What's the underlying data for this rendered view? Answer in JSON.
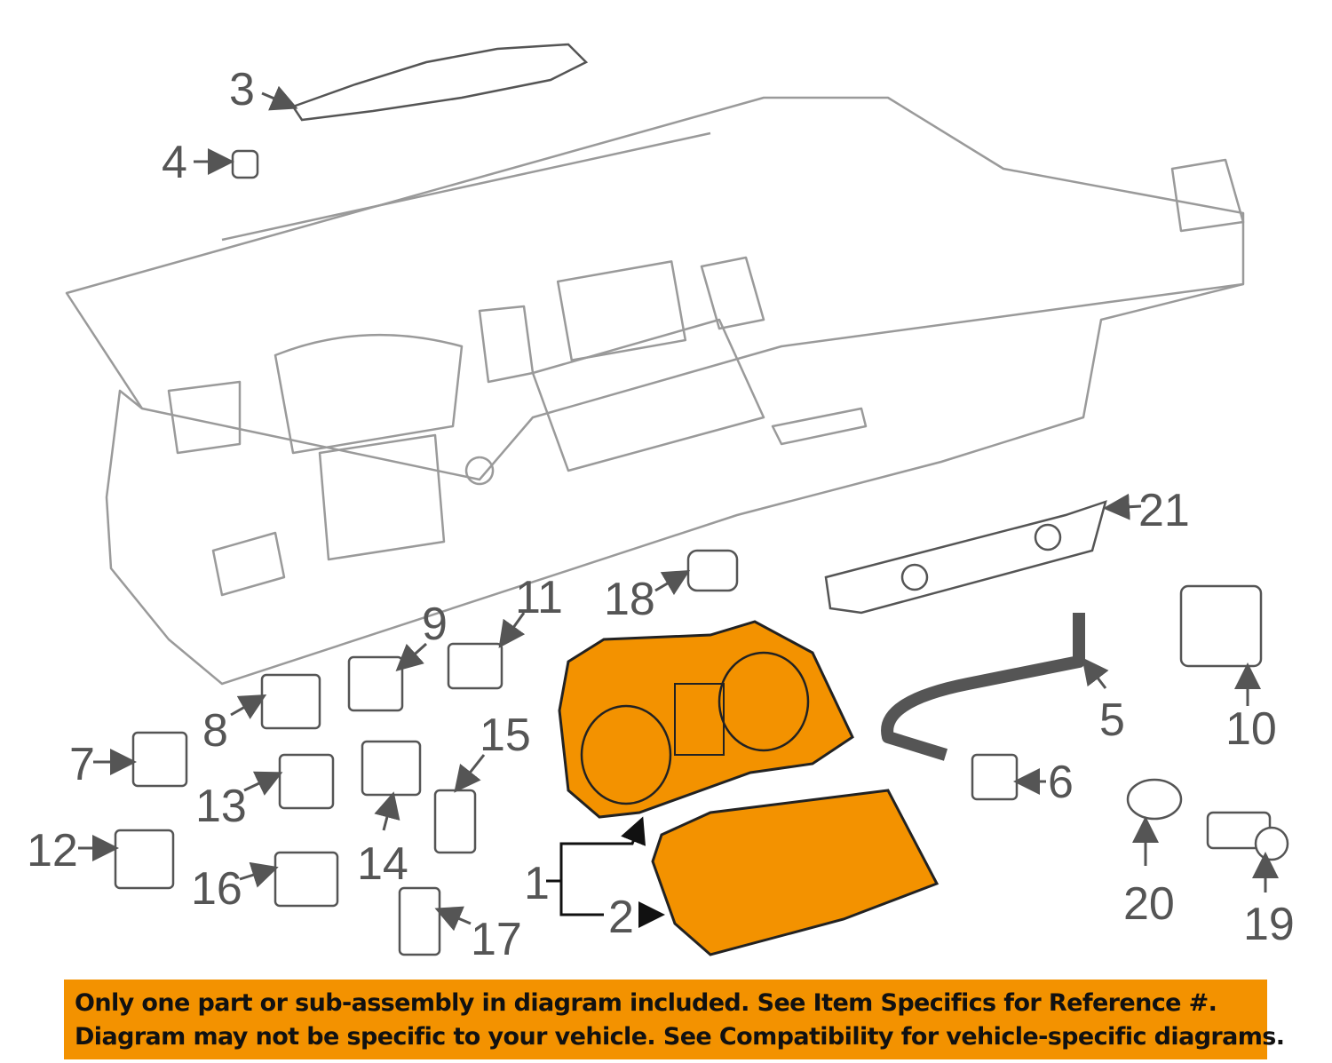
{
  "callouts": {
    "c1": "1",
    "c2": "2",
    "c3": "3",
    "c4": "4",
    "c5": "5",
    "c6": "6",
    "c7": "7",
    "c8": "8",
    "c9": "9",
    "c10": "10",
    "c11": "11",
    "c12": "12",
    "c13": "13",
    "c14": "14",
    "c15": "15",
    "c16": "16",
    "c17": "17",
    "c18": "18",
    "c19": "19",
    "c20": "20",
    "c21": "21"
  },
  "highlighted_parts": [
    "1",
    "2"
  ],
  "colors": {
    "highlight": "#F39200",
    "line": "#9a9a9a",
    "label": "#555555"
  },
  "banner": {
    "line1": "Only one part or sub-assembly in diagram included. See Item Specifics for Reference #.",
    "line2": "Diagram may not be specific to your vehicle. See Compatibility for vehicle-specific diagrams."
  }
}
